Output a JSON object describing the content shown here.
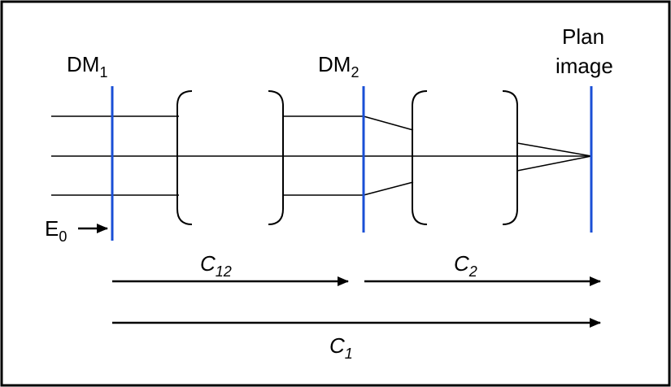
{
  "labels": {
    "dm1": "DM",
    "dm1_sub": "1",
    "dm2": "DM",
    "dm2_sub": "2",
    "plan_line1": "Plan",
    "plan_line2": "image",
    "e0": "E",
    "e0_sub": "0",
    "c12": "C",
    "c12_sub": "12",
    "c2": "C",
    "c2_sub": "2",
    "c1": "C",
    "c1_sub": "1"
  },
  "colors": {
    "mirror": "#1a4fd6",
    "line": "#000000",
    "frame": "#000000"
  }
}
